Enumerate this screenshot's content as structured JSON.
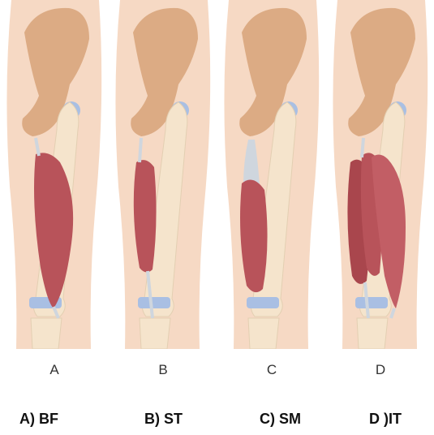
{
  "panels": [
    {
      "letter": "A",
      "caption": "A) BF"
    },
    {
      "letter": "B",
      "caption": "B) ST"
    },
    {
      "letter": "C",
      "caption": "C) SM"
    },
    {
      "letter": "D",
      "caption": "D )IT"
    }
  ],
  "colors": {
    "skin": "#f6d9c4",
    "bone": "#f5e4cc",
    "pelvis": "#dcab84",
    "muscle": "#b8535a",
    "tendon": "#cfd6de",
    "cartilage": "#a9bfe3"
  }
}
